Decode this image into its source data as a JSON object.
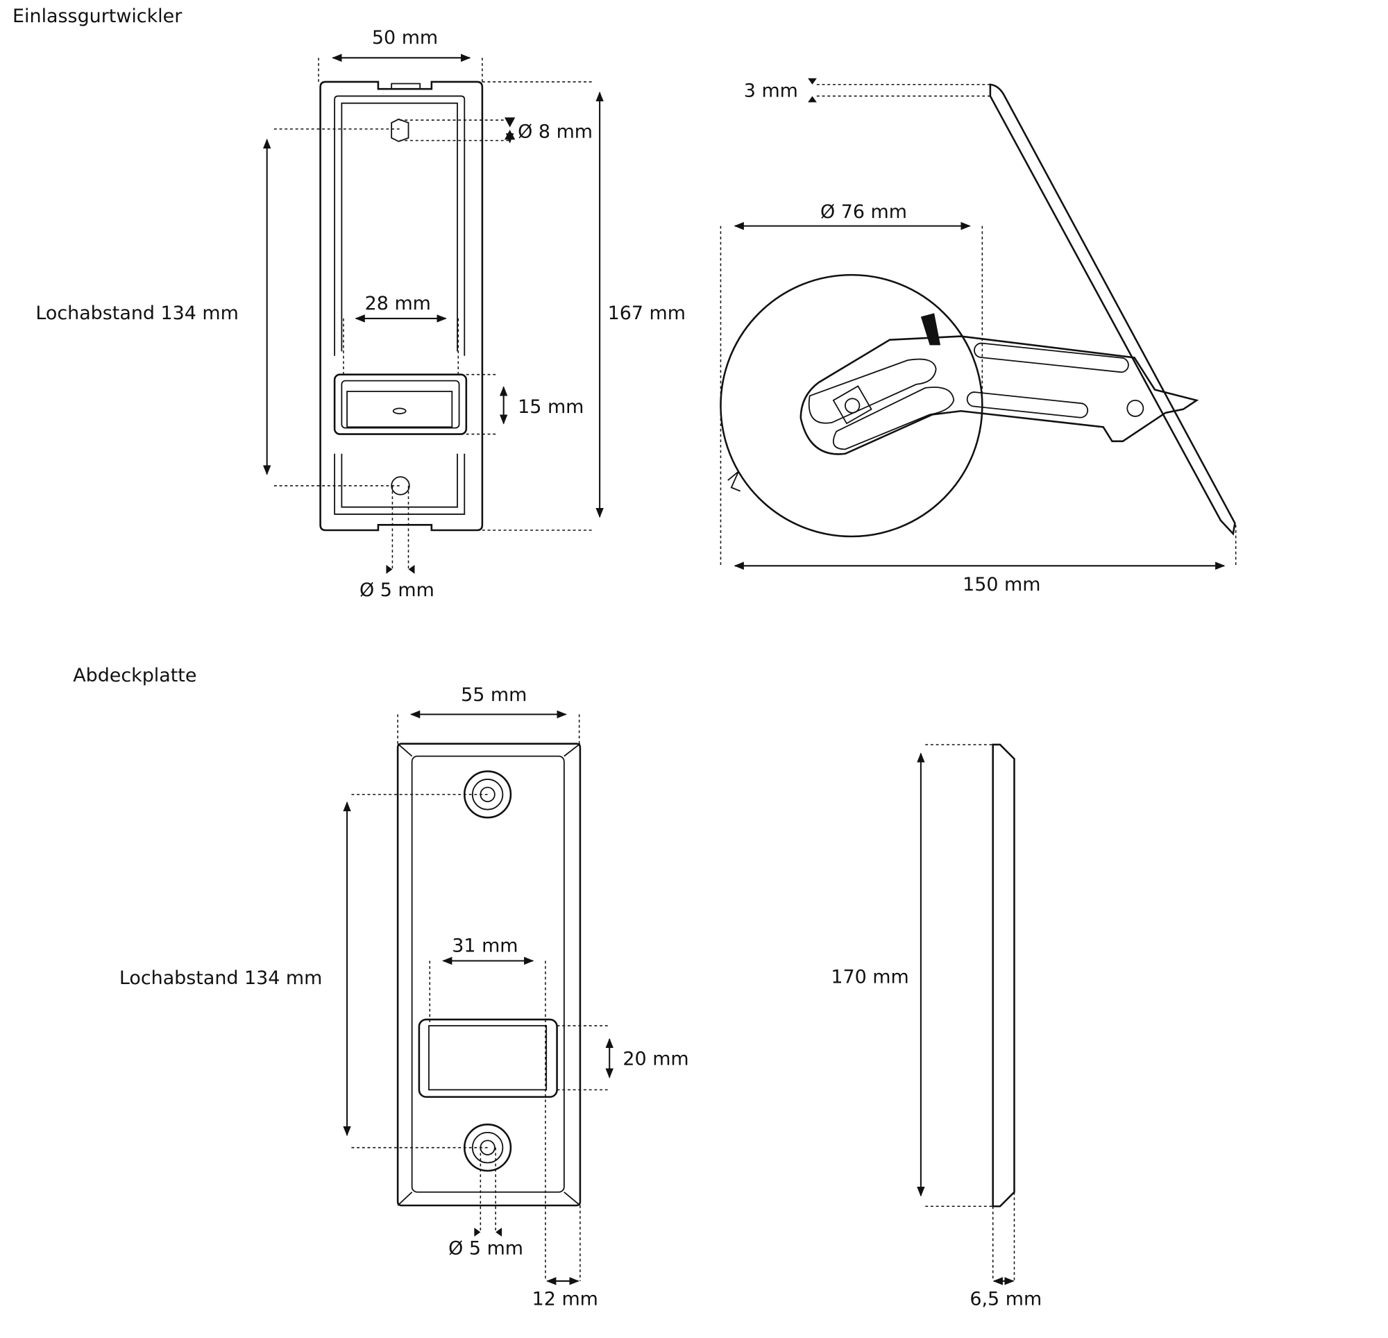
{
  "sections": {
    "top_title": "Einlassgurtwickler",
    "bottom_title": "Abdeckplatte"
  },
  "top": {
    "width": "50 mm",
    "hole_top": "Ø 8 mm",
    "hole_distance": "Lochabstand 134 mm",
    "height": "167 mm",
    "slot_width": "28 mm",
    "slot_height": "15 mm",
    "hole_bottom": "Ø 5 mm",
    "thickness": "3 mm",
    "drum_diameter": "Ø 76 mm",
    "depth": "150 mm"
  },
  "bottom": {
    "width": "55 mm",
    "hole_distance": "Lochabstand 134 mm",
    "slot_width": "31 mm",
    "slot_height": "20 mm",
    "hole": "Ø 5 mm",
    "offset": "12 mm",
    "height": "170 mm",
    "thickness": "6,5 mm"
  }
}
